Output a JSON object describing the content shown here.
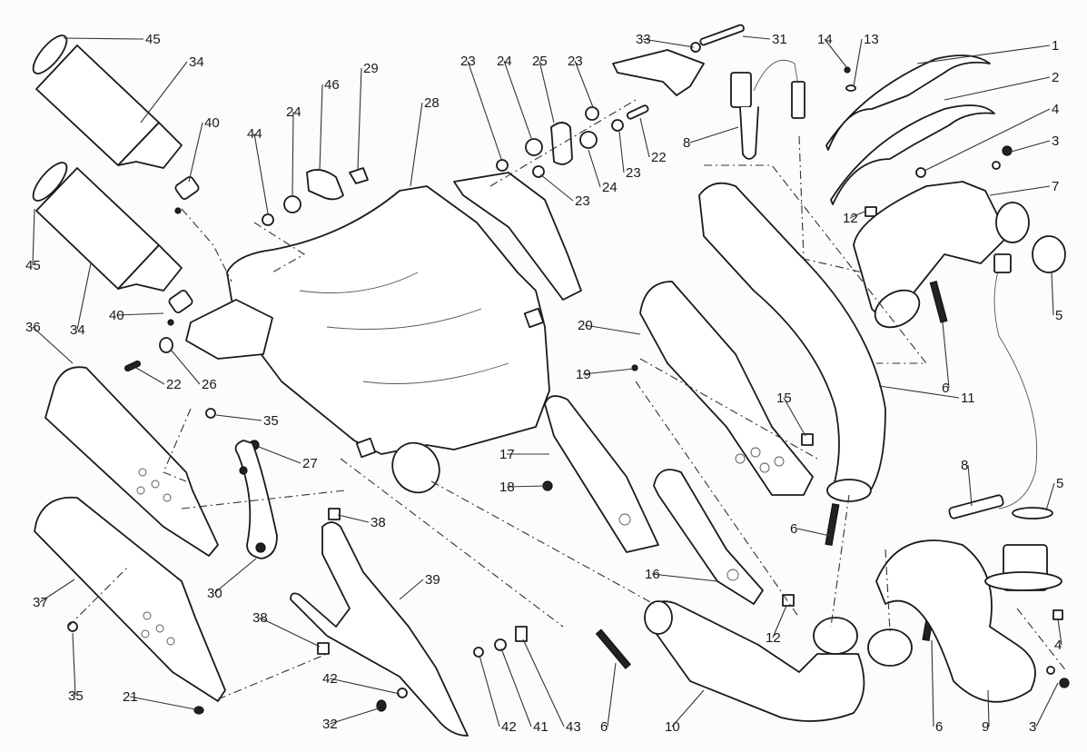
{
  "diagram": {
    "type": "exploded-parts-diagram",
    "subject": "exhaust system",
    "callouts": [
      {
        "id": "c45a",
        "label": "45"
      },
      {
        "id": "c34a",
        "label": "34"
      },
      {
        "id": "c40a",
        "label": "40"
      },
      {
        "id": "c45b",
        "label": "45"
      },
      {
        "id": "c34b",
        "label": "34"
      },
      {
        "id": "c40b",
        "label": "40"
      },
      {
        "id": "c36",
        "label": "36"
      },
      {
        "id": "c22a",
        "label": "22"
      },
      {
        "id": "c26",
        "label": "26"
      },
      {
        "id": "c35a",
        "label": "35"
      },
      {
        "id": "c27",
        "label": "27"
      },
      {
        "id": "c30",
        "label": "30"
      },
      {
        "id": "c37",
        "label": "37"
      },
      {
        "id": "c35b",
        "label": "35"
      },
      {
        "id": "c21",
        "label": "21"
      },
      {
        "id": "c44",
        "label": "44"
      },
      {
        "id": "c24a",
        "label": "24"
      },
      {
        "id": "c46",
        "label": "46"
      },
      {
        "id": "c29",
        "label": "29"
      },
      {
        "id": "c28",
        "label": "28"
      },
      {
        "id": "c23a",
        "label": "23"
      },
      {
        "id": "c24b",
        "label": "24"
      },
      {
        "id": "c25",
        "label": "25"
      },
      {
        "id": "c23b",
        "label": "23"
      },
      {
        "id": "c23c",
        "label": "23"
      },
      {
        "id": "c24c",
        "label": "24"
      },
      {
        "id": "c23d",
        "label": "23"
      },
      {
        "id": "c22b",
        "label": "22"
      },
      {
        "id": "c33",
        "label": "33"
      },
      {
        "id": "c31",
        "label": "31"
      },
      {
        "id": "c8a",
        "label": "8"
      },
      {
        "id": "c14",
        "label": "14"
      },
      {
        "id": "c13",
        "label": "13"
      },
      {
        "id": "c1",
        "label": "1"
      },
      {
        "id": "c2",
        "label": "2"
      },
      {
        "id": "c4a",
        "label": "4"
      },
      {
        "id": "c3a",
        "label": "3"
      },
      {
        "id": "c7",
        "label": "7"
      },
      {
        "id": "c12a",
        "label": "12"
      },
      {
        "id": "c5a",
        "label": "5"
      },
      {
        "id": "c6a",
        "label": "6"
      },
      {
        "id": "c11",
        "label": "11"
      },
      {
        "id": "c20",
        "label": "20"
      },
      {
        "id": "c19",
        "label": "19"
      },
      {
        "id": "c15",
        "label": "15"
      },
      {
        "id": "c17",
        "label": "17"
      },
      {
        "id": "c18",
        "label": "18"
      },
      {
        "id": "c16",
        "label": "16"
      },
      {
        "id": "c12b",
        "label": "12"
      },
      {
        "id": "c6b",
        "label": "6"
      },
      {
        "id": "c8b",
        "label": "8"
      },
      {
        "id": "c5b",
        "label": "5"
      },
      {
        "id": "c4b",
        "label": "4"
      },
      {
        "id": "c3b",
        "label": "3"
      },
      {
        "id": "c9",
        "label": "9"
      },
      {
        "id": "c6c",
        "label": "6"
      },
      {
        "id": "c10",
        "label": "10"
      },
      {
        "id": "c6d",
        "label": "6"
      },
      {
        "id": "c38a",
        "label": "38"
      },
      {
        "id": "c39",
        "label": "39"
      },
      {
        "id": "c38b",
        "label": "38"
      },
      {
        "id": "c42a",
        "label": "42"
      },
      {
        "id": "c32",
        "label": "32"
      },
      {
        "id": "c42b",
        "label": "42"
      },
      {
        "id": "c41",
        "label": "41"
      },
      {
        "id": "c43",
        "label": "43"
      }
    ]
  }
}
